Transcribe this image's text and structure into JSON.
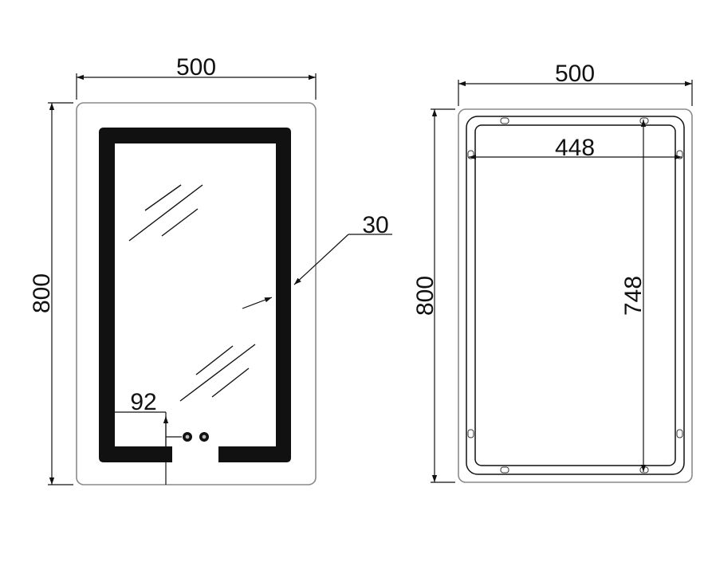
{
  "front_view": {
    "width_label": "500",
    "height_label": "800",
    "border_label": "30",
    "switch_offset_label": "92"
  },
  "back_view": {
    "width_label": "500",
    "height_label": "800",
    "inner_width_label": "448",
    "inner_height_label": "748"
  },
  "colors": {
    "line": "#111111",
    "led_strip": "#111111",
    "panel_border": "#9a9a9a",
    "background": "#ffffff"
  }
}
